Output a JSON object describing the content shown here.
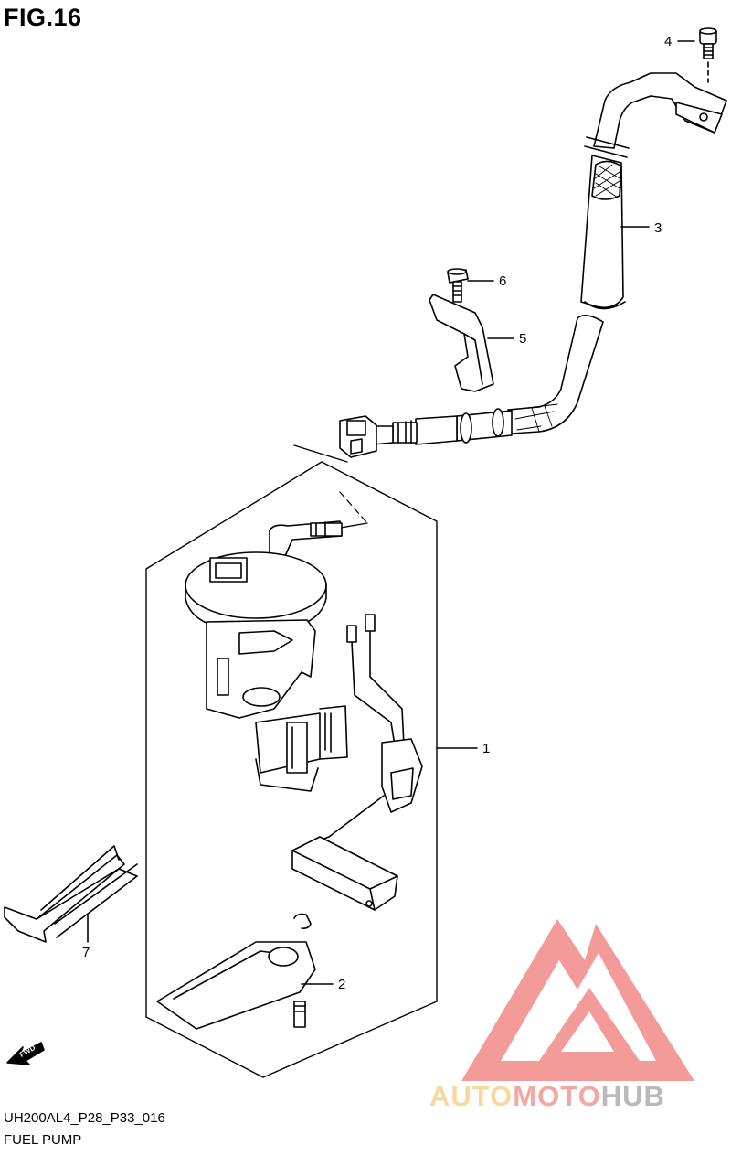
{
  "figure": {
    "title": "FIG.16"
  },
  "callouts": [
    {
      "id": "callout-1",
      "label": "1"
    },
    {
      "id": "callout-2",
      "label": "2"
    },
    {
      "id": "callout-3",
      "label": "3"
    },
    {
      "id": "callout-4",
      "label": "4"
    },
    {
      "id": "callout-5",
      "label": "5"
    },
    {
      "id": "callout-6",
      "label": "6"
    },
    {
      "id": "callout-7",
      "label": "7"
    }
  ],
  "fwd_label": "FWD",
  "footer": {
    "code": "UH200AL4_P28_P33_016",
    "caption": "FUEL PUMP"
  },
  "watermark": {
    "part1": "AUTO",
    "part2": "MOTO",
    "part3": "HUB"
  },
  "colors": {
    "line": "#000000",
    "watermark_red": "#f08a86",
    "watermark_orange": "#f7d9a0",
    "watermark_gray": "#b9b9bd"
  }
}
